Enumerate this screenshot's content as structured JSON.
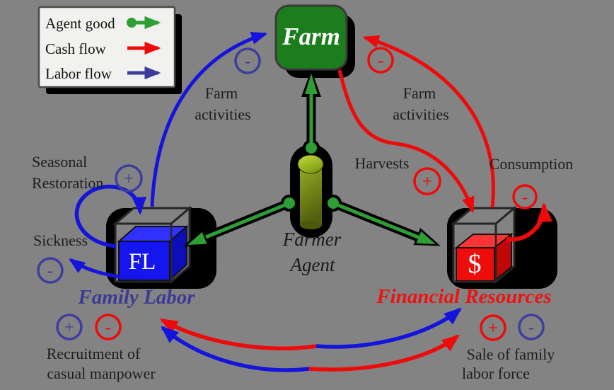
{
  "legend": {
    "items": [
      {
        "name": "agent-good",
        "label": "Agent good",
        "color": "#2f9e35"
      },
      {
        "name": "cash-flow",
        "label": "Cash flow",
        "color": "#ee0a0a"
      },
      {
        "name": "labor-flow",
        "label": "Labor flow",
        "color": "#3b3b9e"
      }
    ]
  },
  "nodes": {
    "farm": {
      "label": "Farm",
      "color": "#1c7d1c"
    },
    "farmer_agent": {
      "line1": "Farmer",
      "line2": "Agent"
    },
    "family_labor": {
      "abbrev": "FL",
      "label": "Family Labor",
      "color": "#1515ee"
    },
    "financial_resources": {
      "abbrev": "$",
      "label": "Financial Resources",
      "color": "#ee0d0d"
    }
  },
  "flows": {
    "farm_activities_labor": {
      "line1": "Farm",
      "line2": "activities",
      "sign": "-"
    },
    "farm_activities_cash": {
      "line1": "Farm",
      "line2": "activities",
      "sign": "-"
    },
    "seasonal_restoration": {
      "line1": "Seasonal",
      "line2": "Restoration",
      "sign": "+"
    },
    "sickness": {
      "line1": "Sickness",
      "sign": "-"
    },
    "harvests": {
      "line1": "Harvests",
      "sign": "+"
    },
    "consumption": {
      "line1": "Consumption",
      "sign": "-"
    },
    "recruitment": {
      "line1": "Recruitment of",
      "line2": "casual manpower",
      "sign_labor": "+",
      "sign_cash": "-"
    },
    "sale": {
      "line1": "Sale of family",
      "line2": "labor force",
      "sign_cash": "+",
      "sign_labor": "-"
    }
  },
  "colors": {
    "background": "#838383",
    "flow_blue": "#1414dc",
    "sign_navy": "#3e3e9e",
    "sign_red": "#ee0a0a",
    "shadow": "#000000"
  }
}
